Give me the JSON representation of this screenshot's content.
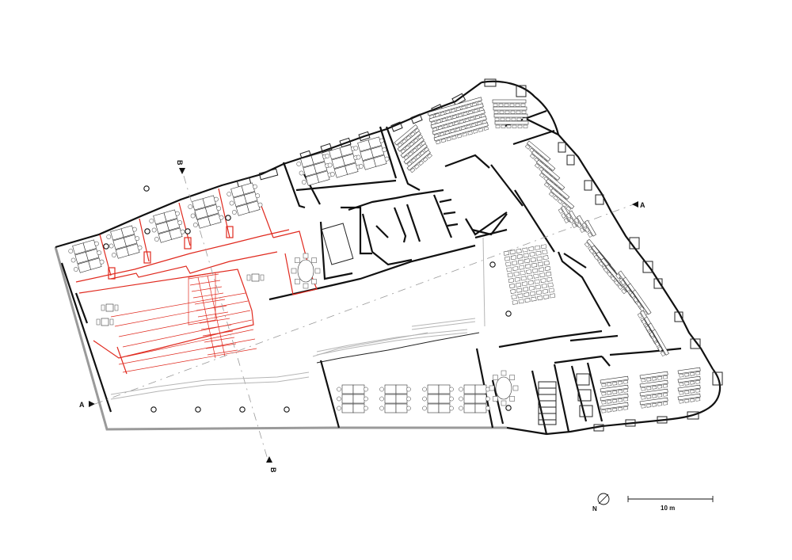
{
  "section_markers": {
    "a_left": "A",
    "a_right": "A",
    "b_top": "B",
    "b_bottom": "B"
  },
  "north_label": "N",
  "scale_bar_label": "10 m",
  "colors": {
    "walls": "#111111",
    "new_partitions": "#e02a1f",
    "existing_outline": "#9a9a9a"
  }
}
